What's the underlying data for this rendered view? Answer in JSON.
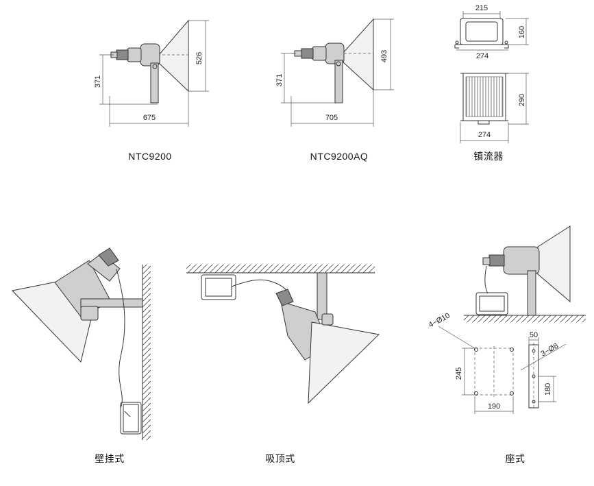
{
  "figures": {
    "ntc9200": {
      "caption": "NTC9200",
      "dims": {
        "width": "675",
        "height": "526",
        "mount": "371"
      }
    },
    "ntc9200aq": {
      "caption": "NTC9200AQ",
      "dims": {
        "width": "705",
        "height": "493",
        "mount": "371"
      }
    },
    "ballast": {
      "caption": "镇流器",
      "dims": {
        "top_width": "215",
        "top_base": "274",
        "top_height": "160",
        "bottom_width": "274",
        "bottom_height": "290"
      }
    },
    "wall_mount": {
      "caption": "壁挂式"
    },
    "ceiling_mount": {
      "caption": "吸顶式"
    },
    "floor_mount": {
      "caption": "座式",
      "dims": {
        "holes_4": "4−Ø10",
        "holes_3": "3−Ø8",
        "plate_height": "245",
        "plate_width": "190",
        "bar_width": "50",
        "bar_height": "180"
      }
    }
  }
}
